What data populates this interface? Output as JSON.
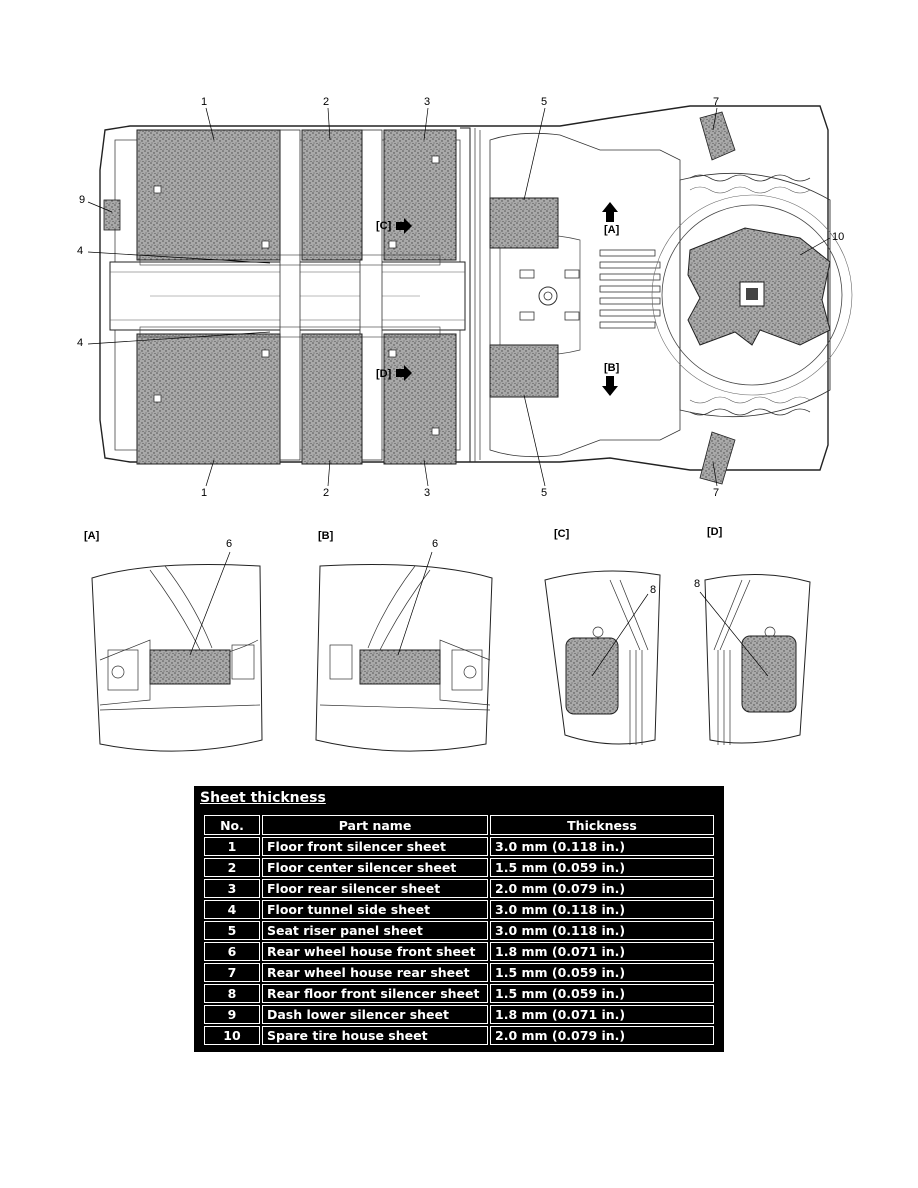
{
  "callouts": {
    "top": [
      "1",
      "2",
      "3",
      "5",
      "7"
    ],
    "bottom": [
      "1",
      "2",
      "3",
      "5",
      "7"
    ],
    "side_left": [
      "9",
      "4",
      "4"
    ],
    "side_right": [
      "10"
    ],
    "view_marks": [
      "[A]",
      "[B]",
      "[C]",
      "[D]"
    ]
  },
  "detail_views": [
    {
      "label": "[A]",
      "callout": "6"
    },
    {
      "label": "[B]",
      "callout": "6"
    },
    {
      "label": "[C]",
      "callout": "8"
    },
    {
      "label": "[D]",
      "callout": "8"
    }
  ],
  "table": {
    "title": "Sheet thickness",
    "headers": [
      "No.",
      "Part name",
      "Thickness"
    ],
    "rows": [
      {
        "no": "1",
        "name": "Floor front silencer sheet",
        "thickness": "3.0 mm (0.118 in.)"
      },
      {
        "no": "2",
        "name": "Floor center silencer sheet",
        "thickness": "1.5 mm (0.059 in.)"
      },
      {
        "no": "3",
        "name": "Floor rear silencer sheet",
        "thickness": "2.0 mm (0.079 in.)"
      },
      {
        "no": "4",
        "name": "Floor tunnel side sheet",
        "thickness": "3.0 mm (0.118 in.)"
      },
      {
        "no": "5",
        "name": "Seat riser panel sheet",
        "thickness": "3.0 mm (0.118 in.)"
      },
      {
        "no": "6",
        "name": "Rear wheel house front sheet",
        "thickness": "1.8 mm (0.071 in.)"
      },
      {
        "no": "7",
        "name": "Rear wheel house rear sheet",
        "thickness": "1.5 mm (0.059 in.)"
      },
      {
        "no": "8",
        "name": "Rear floor front silencer sheet",
        "thickness": "1.5 mm (0.059 in.)"
      },
      {
        "no": "9",
        "name": "Dash lower silencer sheet",
        "thickness": "1.8 mm (0.071 in.)"
      },
      {
        "no": "10",
        "name": "Spare tire house sheet",
        "thickness": "2.0 mm (0.079 in.)"
      }
    ]
  },
  "colors": {
    "sheet_fill": "#9a9a9a",
    "line": "#222222",
    "panel_bg": "#000000",
    "panel_text": "#ffffff"
  }
}
